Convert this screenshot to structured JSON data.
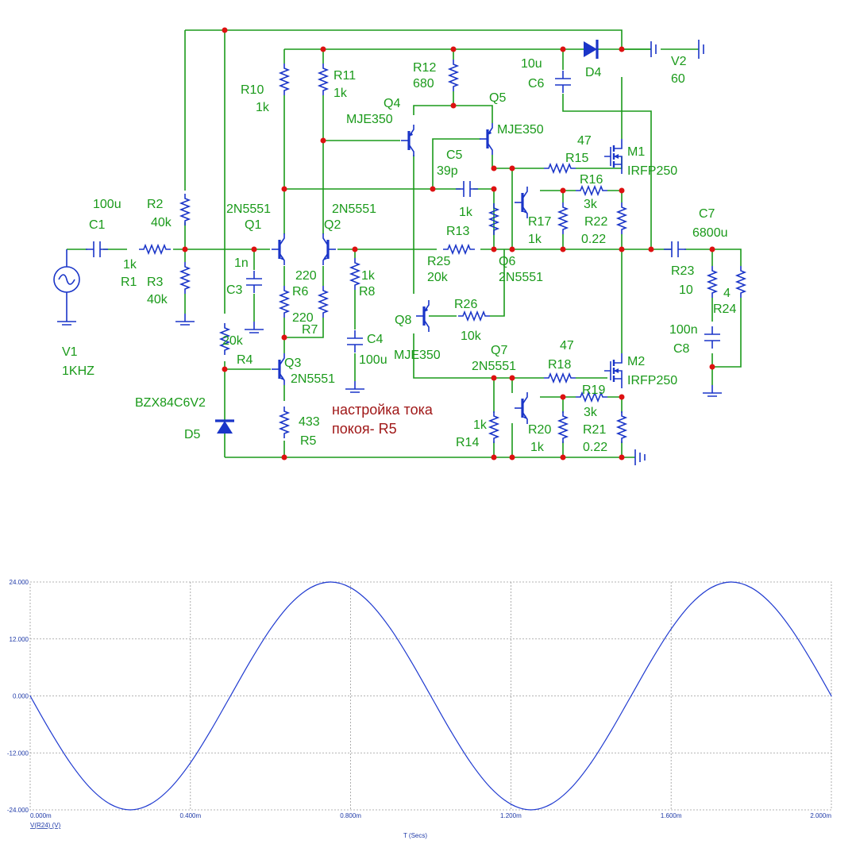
{
  "schematic": {
    "components": [
      {
        "ref": "V1",
        "value": "1KHZ"
      },
      {
        "ref": "C1",
        "value": "100u"
      },
      {
        "ref": "R1",
        "value": "1k"
      },
      {
        "ref": "R2",
        "value": "40k"
      },
      {
        "ref": "R3",
        "value": "40k"
      },
      {
        "ref": "Q1",
        "value": "2N5551"
      },
      {
        "ref": "C3",
        "value": "1n"
      },
      {
        "ref": "R6",
        "value": "220"
      },
      {
        "ref": "Q2",
        "value": "2N5551"
      },
      {
        "ref": "R7",
        "value": "220"
      },
      {
        "ref": "R8",
        "value": "1k"
      },
      {
        "ref": "C4",
        "value": "100u"
      },
      {
        "ref": "R10",
        "value": "1k"
      },
      {
        "ref": "R11",
        "value": "1k"
      },
      {
        "ref": "R12",
        "value": "680"
      },
      {
        "ref": "Q4",
        "value": "MJE350"
      },
      {
        "ref": "Q5",
        "value": "MJE350"
      },
      {
        "ref": "C5",
        "value": "39p"
      },
      {
        "ref": "R13",
        "value": "1k"
      },
      {
        "ref": "R25",
        "value": "20k"
      },
      {
        "ref": "Q6",
        "value": "2N5551"
      },
      {
        "ref": "R15",
        "value": "47"
      },
      {
        "ref": "R16",
        "value": "3k"
      },
      {
        "ref": "R17",
        "value": "1k"
      },
      {
        "ref": "R22",
        "value": "0.22"
      },
      {
        "ref": "M1",
        "value": "IRFP250"
      },
      {
        "ref": "C6",
        "value": "10u"
      },
      {
        "ref": "D4",
        "value": ""
      },
      {
        "ref": "V2",
        "value": "60"
      },
      {
        "ref": "C7",
        "value": "6800u"
      },
      {
        "ref": "R23",
        "value": "10"
      },
      {
        "ref": "R24",
        "value": "4"
      },
      {
        "ref": "C8",
        "value": "100n"
      },
      {
        "ref": "Q8",
        "value": "MJE350"
      },
      {
        "ref": "R26",
        "value": "10k"
      },
      {
        "ref": "Q7",
        "value": "2N5551"
      },
      {
        "ref": "R18",
        "value": "47"
      },
      {
        "ref": "R19",
        "value": "3k"
      },
      {
        "ref": "R20",
        "value": "1k"
      },
      {
        "ref": "R21",
        "value": "0.22"
      },
      {
        "ref": "R14",
        "value": "1k"
      },
      {
        "ref": "M2",
        "value": "IRFP250"
      },
      {
        "ref": "R4",
        "value": "20k"
      },
      {
        "ref": "Q3",
        "value": "2N5551"
      },
      {
        "ref": "R5",
        "value": "433"
      },
      {
        "ref": "D5",
        "value": "BZX84C6V2"
      }
    ],
    "note_line1": "настройка тока",
    "note_line2": "покоя- R5"
  },
  "chart_data": {
    "type": "line",
    "x": [
      0,
      0.05,
      0.1,
      0.15,
      0.2,
      0.25,
      0.3,
      0.35,
      0.4,
      0.45,
      0.5,
      0.55,
      0.6,
      0.65,
      0.7,
      0.75,
      0.8,
      0.85,
      0.9,
      0.95,
      1.0,
      1.05,
      1.1,
      1.15,
      1.2,
      1.25,
      1.3,
      1.35,
      1.4,
      1.45,
      1.5,
      1.55,
      1.6,
      1.65,
      1.7,
      1.75,
      1.8,
      1.85,
      1.9,
      1.95,
      2.0
    ],
    "series": [
      {
        "name": "V(R24) (V)",
        "values": [
          0,
          -7.4,
          -14.1,
          -19.4,
          -22.8,
          -24.0,
          -22.8,
          -19.4,
          -14.1,
          -7.4,
          0,
          7.4,
          14.1,
          19.4,
          22.8,
          24.0,
          22.8,
          19.4,
          14.1,
          7.4,
          0,
          -7.4,
          -14.1,
          -19.4,
          -22.8,
          -24.0,
          -22.8,
          -19.4,
          -14.1,
          -7.4,
          0,
          7.4,
          14.1,
          19.4,
          22.8,
          24.0,
          22.8,
          19.4,
          14.1,
          7.4,
          0
        ],
        "color": "#1f3ad0"
      }
    ],
    "xlabel": "T (Secs)",
    "ylabel": "V(R24) (V)",
    "xlim": [
      0,
      2.0
    ],
    "ylim": [
      -24,
      24
    ],
    "x_tick_labels": [
      "0.000m",
      "0.400m",
      "0.800m",
      "1.200m",
      "1.600m",
      "2.000m"
    ],
    "y_tick_values": [
      24,
      12,
      0,
      -12,
      -24
    ],
    "y_tick_labels": [
      "24.000",
      "12.000",
      "0.000",
      "-12.000",
      "-24.000"
    ],
    "grid": true
  }
}
